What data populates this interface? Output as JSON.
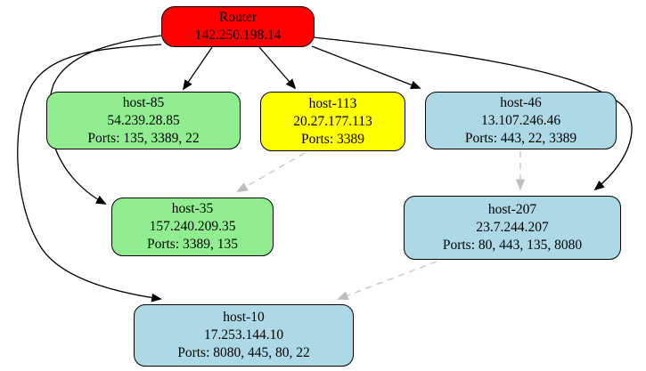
{
  "diagram": {
    "type": "network-topology-graph",
    "colors": {
      "background": "#ffffff",
      "router_fill": "#ff0000",
      "green_fill": "#90ee90",
      "yellow_fill": "#ffff00",
      "blue_fill": "#add8e6",
      "node_border": "#000000",
      "solid_edge": "#000000",
      "dashed_edge": "#c8c8c8"
    },
    "nodes": [
      {
        "id": "router",
        "name": "Router",
        "ip": "142.250.198.14",
        "ports": ""
      },
      {
        "id": "host-85",
        "name": "host-85",
        "ip": "54.239.28.85",
        "ports": "Ports: 135, 3389, 22"
      },
      {
        "id": "host-113",
        "name": "host-113",
        "ip": "20.27.177.113",
        "ports": "Ports: 3389"
      },
      {
        "id": "host-46",
        "name": "host-46",
        "ip": "13.107.246.46",
        "ports": "Ports: 443, 22, 3389"
      },
      {
        "id": "host-35",
        "name": "host-35",
        "ip": "157.240.209.35",
        "ports": "Ports: 3389, 135"
      },
      {
        "id": "host-207",
        "name": "host-207",
        "ip": "23.7.244.207",
        "ports": "Ports: 80, 443, 135, 8080"
      },
      {
        "id": "host-10",
        "name": "host-10",
        "ip": "17.253.144.10",
        "ports": "Ports: 8080, 445, 80, 22"
      }
    ],
    "edges": [
      {
        "from": "Router",
        "to": "host-85",
        "style": "solid"
      },
      {
        "from": "Router",
        "to": "host-113",
        "style": "solid"
      },
      {
        "from": "Router",
        "to": "host-46",
        "style": "solid"
      },
      {
        "from": "Router",
        "to": "host-35",
        "style": "solid"
      },
      {
        "from": "Router",
        "to": "host-10",
        "style": "solid"
      },
      {
        "from": "Router",
        "to": "host-207",
        "style": "solid"
      },
      {
        "from": "host-113",
        "to": "host-35",
        "style": "dashed"
      },
      {
        "from": "host-46",
        "to": "host-207",
        "style": "dashed"
      },
      {
        "from": "host-207",
        "to": "host-10",
        "style": "dashed"
      }
    ]
  }
}
